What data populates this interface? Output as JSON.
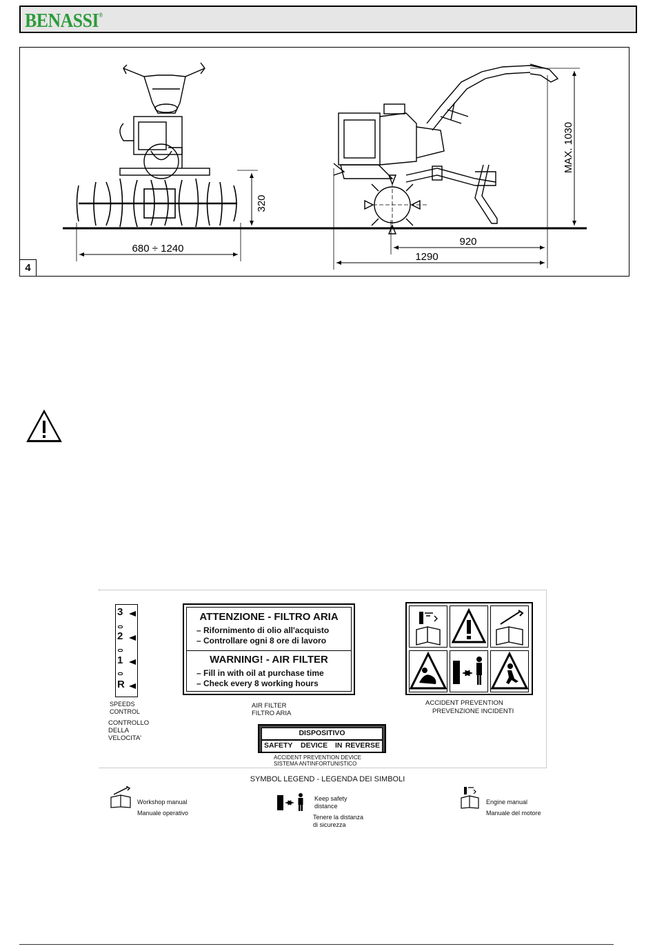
{
  "header": {
    "brand": "BENASSI",
    "brand_mark": "®"
  },
  "figure": {
    "number": "4",
    "dimensions": {
      "width_range": "680 ÷ 1240",
      "height_hood": "320",
      "max_height": "MAX. 1030",
      "length_body": "920",
      "length_total": "1290"
    }
  },
  "decal": {
    "speeds": {
      "gears": [
        "3",
        "2",
        "1",
        "R"
      ],
      "label_en": "SPEEDS\nCONTROL",
      "label_it": "CONTROLLO\nDELLA\nVELOCITA'"
    },
    "air_filter": {
      "title_it": "ATTENZIONE - FILTRO ARIA",
      "line_it_1": "– Rifornimento di olio all'acquisto",
      "line_it_2": "– Controllare ogni 8 ore di lavoro",
      "title_en": "WARNING! - AIR FILTER",
      "line_en_1": "– Fill in with oil at purchase time",
      "line_en_2": "– Check every 8 working hours",
      "caption_en": "AIR FILTER",
      "caption_it": "FILTRO ARIA"
    },
    "accident": {
      "caption_en": "ACCIDENT PREVENTION",
      "caption_it": "PREVENZIONE INCIDENTI"
    },
    "device": {
      "row_it": "DISPOSITIVO ANTINFORTUNISTICO",
      "row_en_1": "SAFETY",
      "row_en_2": "DEVICE",
      "row_en_3": "IN",
      "row_en_4": "REVERSE",
      "caption_en": "ACCIDENT PREVENTION DEVICE",
      "caption_it": "SISTEMA ANTINFORTUNISTICO"
    }
  },
  "legend": {
    "title": "SYMBOL LEGEND - LEGENDA DEI SIMBOLI",
    "workshop_en": "Workshop manual",
    "workshop_it": "Manuale operativo",
    "keep_en_1": "Keep safety",
    "keep_en_2": "distance",
    "keep_it_1": "Tenere la distanza",
    "keep_it_2": "di sicurezza",
    "engine_en": "Engine manual",
    "engine_it": "Manuale del motore"
  }
}
